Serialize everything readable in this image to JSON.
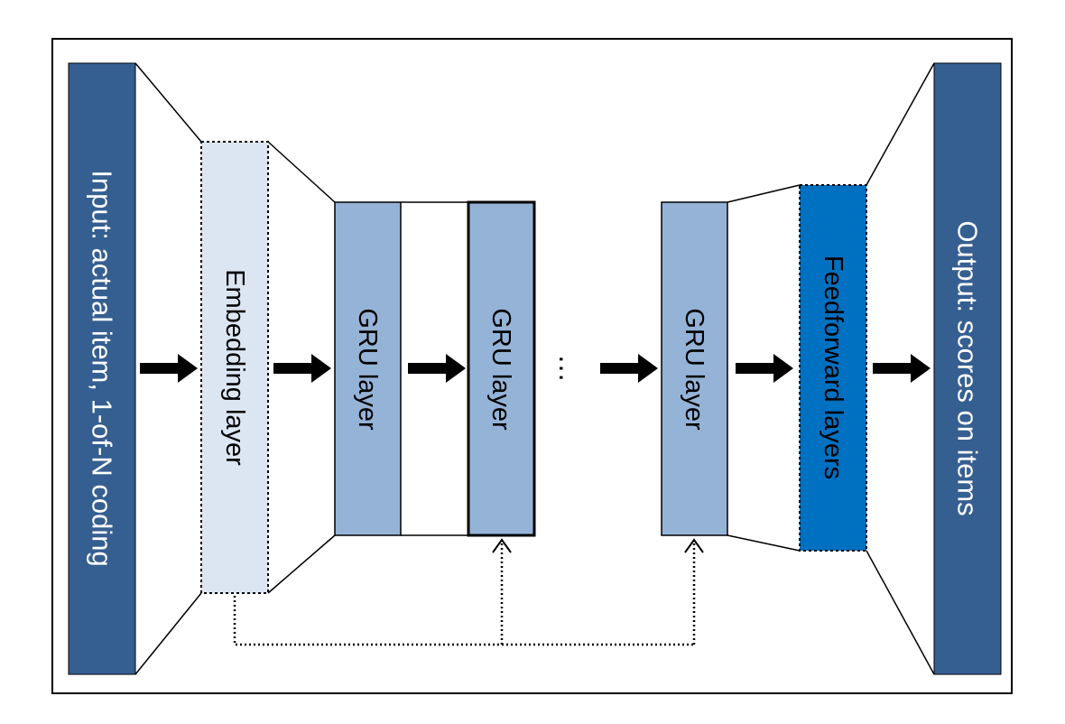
{
  "labels": {
    "input": "Input: actual item, 1-of-N coding",
    "embedding": "Embedding layer",
    "gru_1": "GRU layer",
    "gru_2": "GRU layer",
    "ellipsis": "…",
    "gru_n": "GRU layer",
    "feedforward": "Feedforward layers",
    "output": "Output: scores on items"
  },
  "colors": {
    "dark_blue": "#365f91",
    "light_blue": "#95b3d7",
    "pale_blue": "#dce6f2",
    "bright_blue": "#0070c0",
    "line": "#000000"
  }
}
